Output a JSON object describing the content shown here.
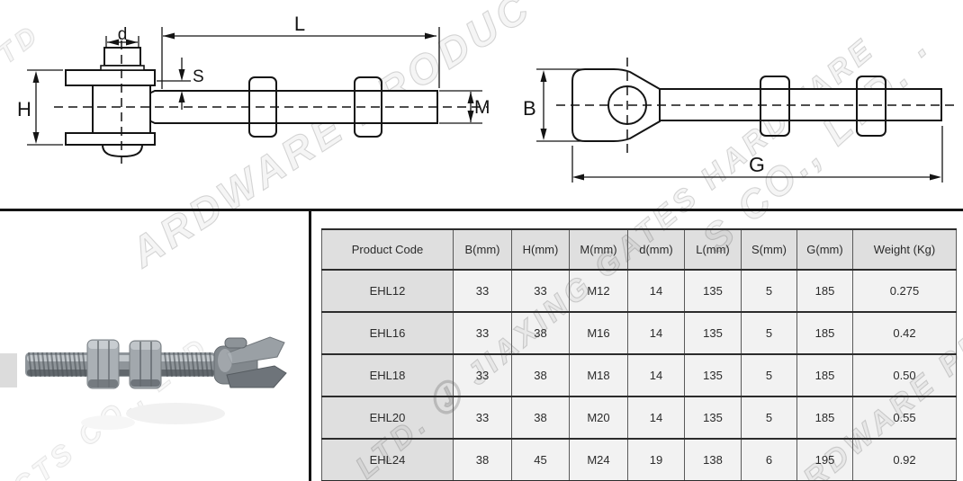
{
  "drawings": {
    "left": {
      "labels": {
        "d": "d",
        "L": "L",
        "S": "S",
        "H": "H",
        "M": "M"
      }
    },
    "right": {
      "labels": {
        "B": "B",
        "G": "G"
      }
    }
  },
  "spec_table": {
    "headers": [
      "Product Code",
      "B(mm)",
      "H(mm)",
      "M(mm)",
      "d(mm)",
      "L(mm)",
      "S(mm)",
      "G(mm)",
      "Weight (Kg)"
    ],
    "rows": [
      [
        "EHL12",
        "33",
        "33",
        "M12",
        "14",
        "135",
        "5",
        "185",
        "0.275"
      ],
      [
        "EHL16",
        "33",
        "38",
        "M16",
        "14",
        "135",
        "5",
        "185",
        "0.42"
      ],
      [
        "EHL18",
        "33",
        "38",
        "M18",
        "14",
        "135",
        "5",
        "185",
        "0.50"
      ],
      [
        "EHL20",
        "33",
        "38",
        "M20",
        "14",
        "135",
        "5",
        "185",
        "0.55"
      ],
      [
        "EHL24",
        "38",
        "45",
        "M24",
        "19",
        "138",
        "6",
        "195",
        "0.92"
      ]
    ]
  },
  "watermarks": [
    {
      "text": "TD"
    },
    {
      "text": "ARDWARE PRODUC"
    },
    {
      "text": "S CO., LTD. ·"
    },
    {
      "text": "LTD. Ⓙ JIAXING GATES HARDWARE"
    },
    {
      "text": "RDWARE PRODUCTS"
    },
    {
      "text": "CTS CO., LTD"
    }
  ],
  "colors": {
    "line": "#141414",
    "table_header_bg": "#e0e0e0",
    "table_cell_bg": "#f2f2f2",
    "watermark": "#d4d4d4"
  }
}
